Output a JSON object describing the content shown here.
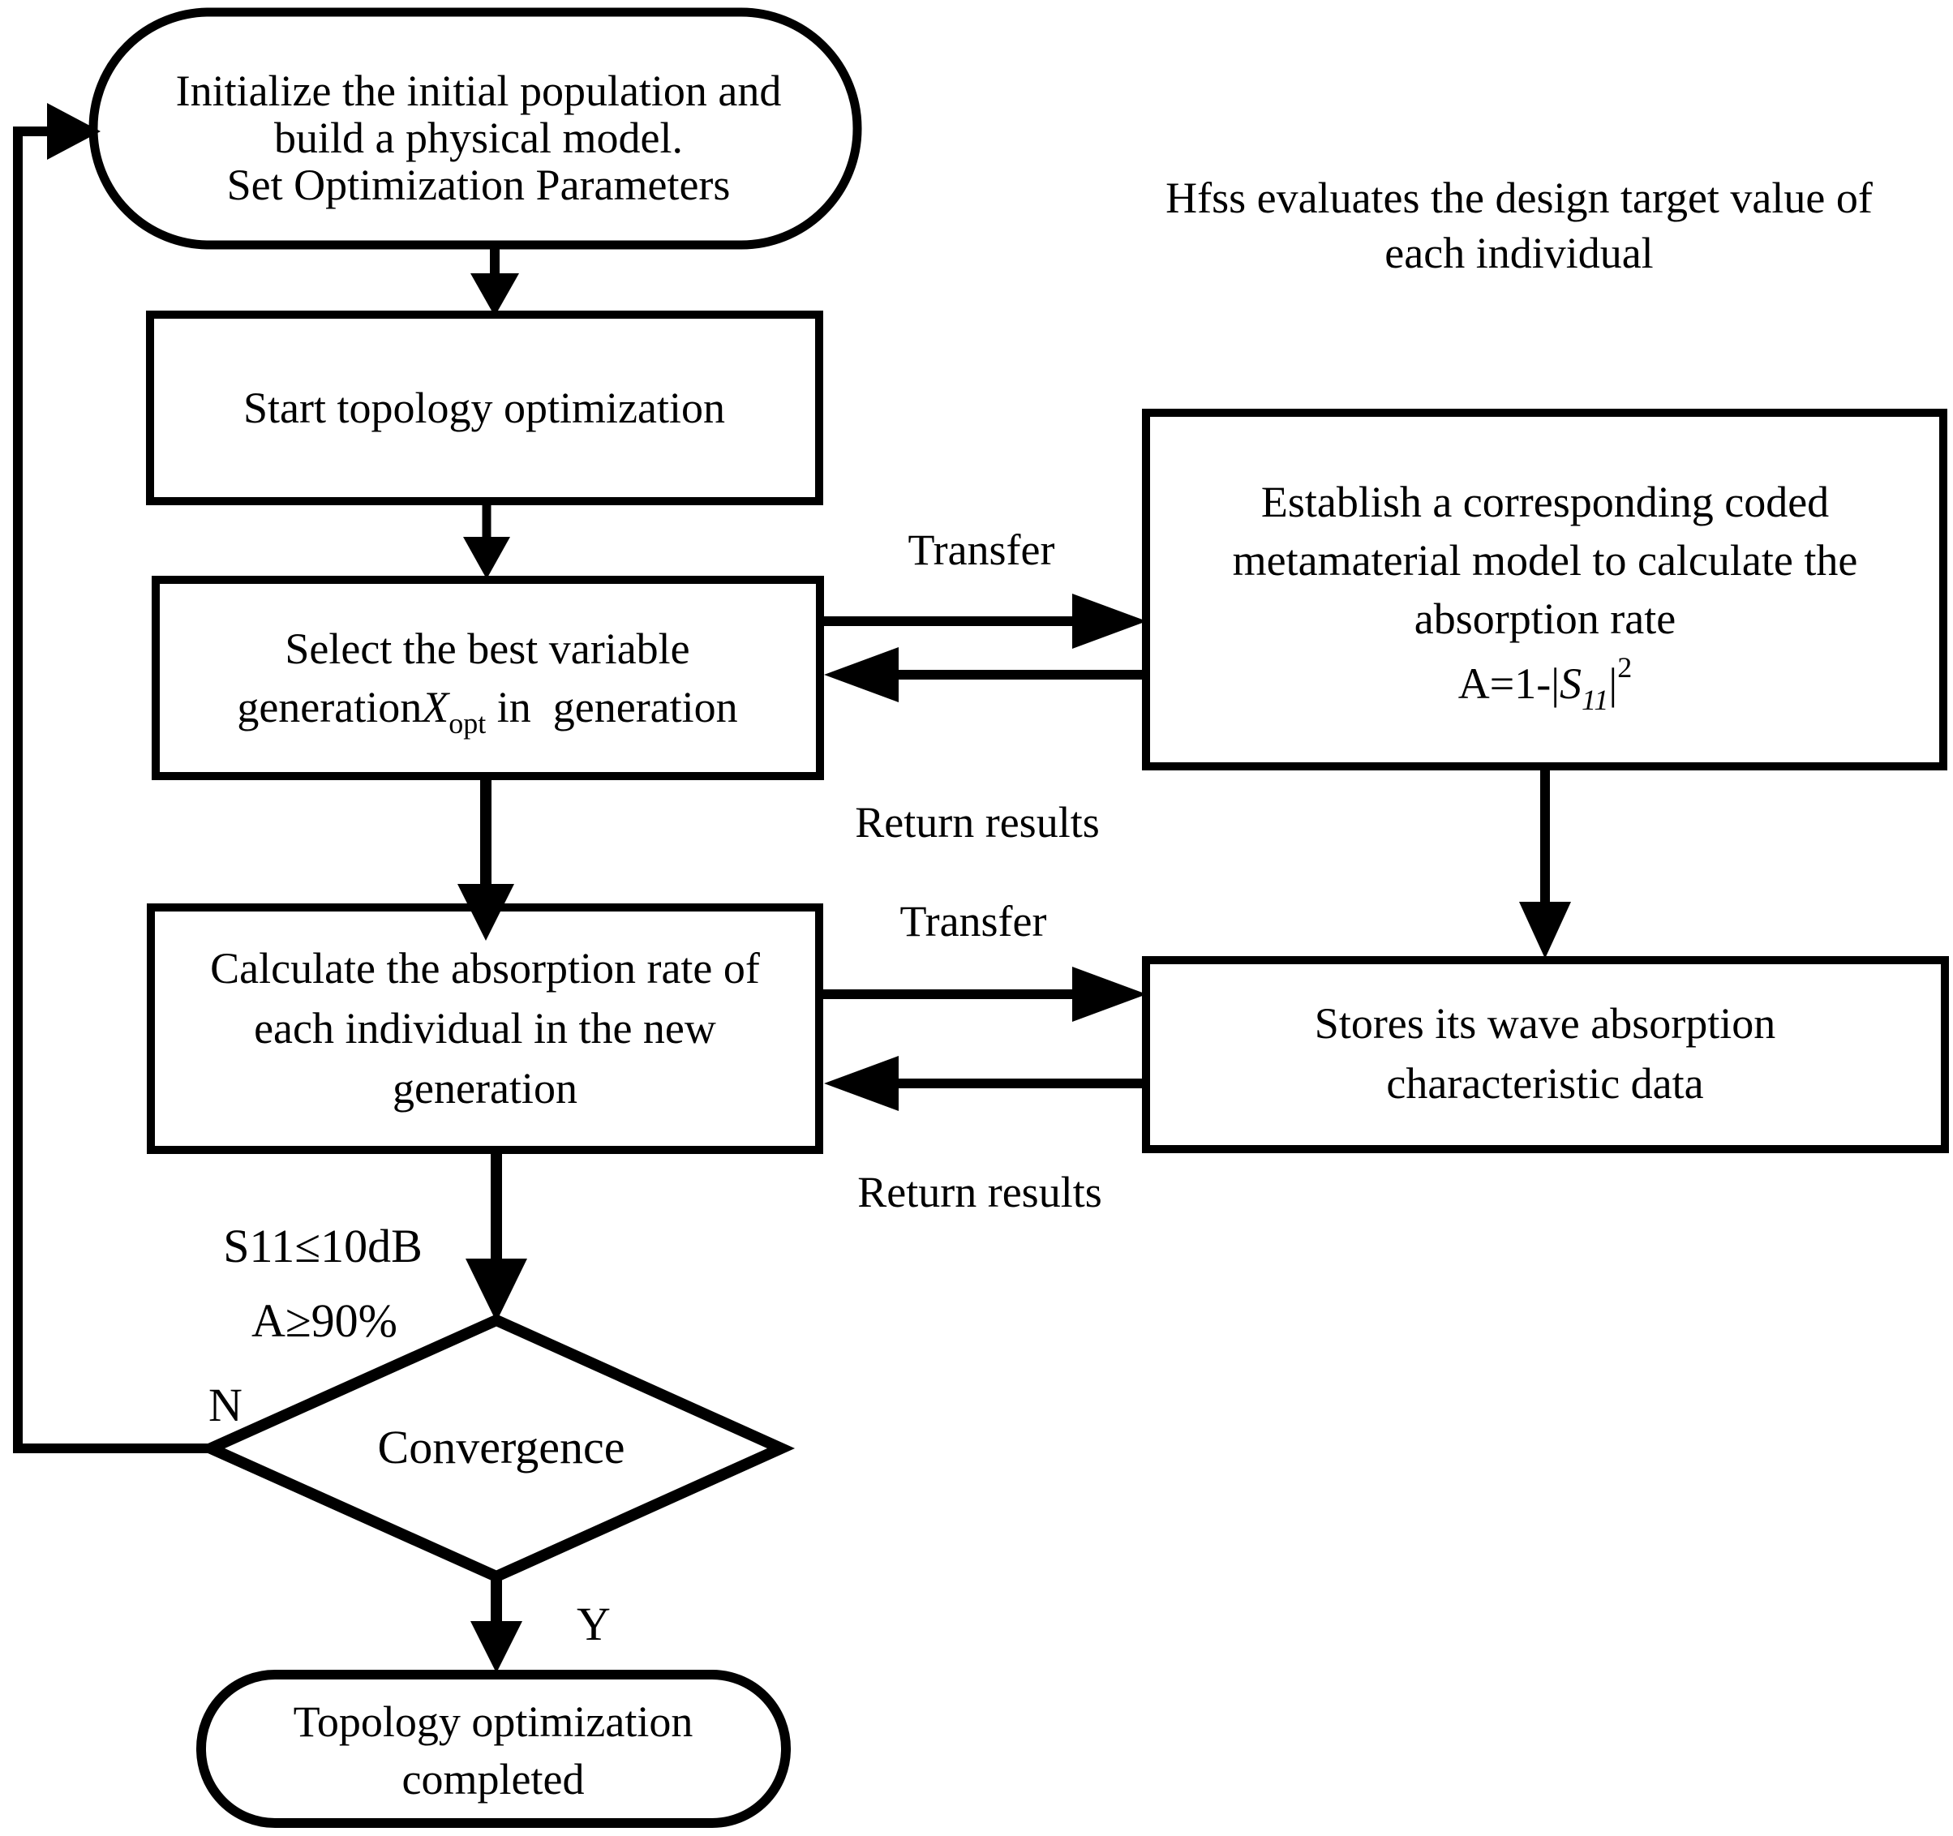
{
  "note": {
    "line1": "Hfss evaluates the design target value of",
    "line2": "each individual"
  },
  "nodes": {
    "init": {
      "lines": [
        "Initialize the initial population and",
        "build a physical model.",
        "Set Optimization Parameters"
      ]
    },
    "start": {
      "label": "Start topology optimization"
    },
    "select": {
      "line1": "Select the best variable",
      "line2": {
        "pre": "generation",
        "var": "X",
        "sub": "opt",
        "post": " in  generation"
      }
    },
    "establish": {
      "line1": "Establish a corresponding coded",
      "line2": "metamaterial model to calculate the",
      "line3": "absorption rate",
      "formula": {
        "pre": "A=1-|",
        "var": "S",
        "sub": "11",
        "bar": "|",
        "sup": "2"
      }
    },
    "calculate": {
      "lines": [
        "Calculate the absorption rate of",
        "each individual in the new",
        "generation"
      ]
    },
    "stores": {
      "lines": [
        "Stores its wave absorption",
        "characteristic data"
      ]
    },
    "convergence": {
      "label": "Convergence"
    },
    "done": {
      "lines": [
        "Topology optimization",
        "completed"
      ]
    }
  },
  "edge_labels": {
    "transfer_top": "Transfer",
    "return_top": "Return results",
    "transfer_bottom": "Transfer",
    "return_bottom": "Return results",
    "condition_line1": "S11≤10dB",
    "condition_line2": "A≥90%",
    "no": "N",
    "yes": "Y"
  },
  "colors": {
    "stroke": "#000000",
    "background": "#ffffff"
  }
}
